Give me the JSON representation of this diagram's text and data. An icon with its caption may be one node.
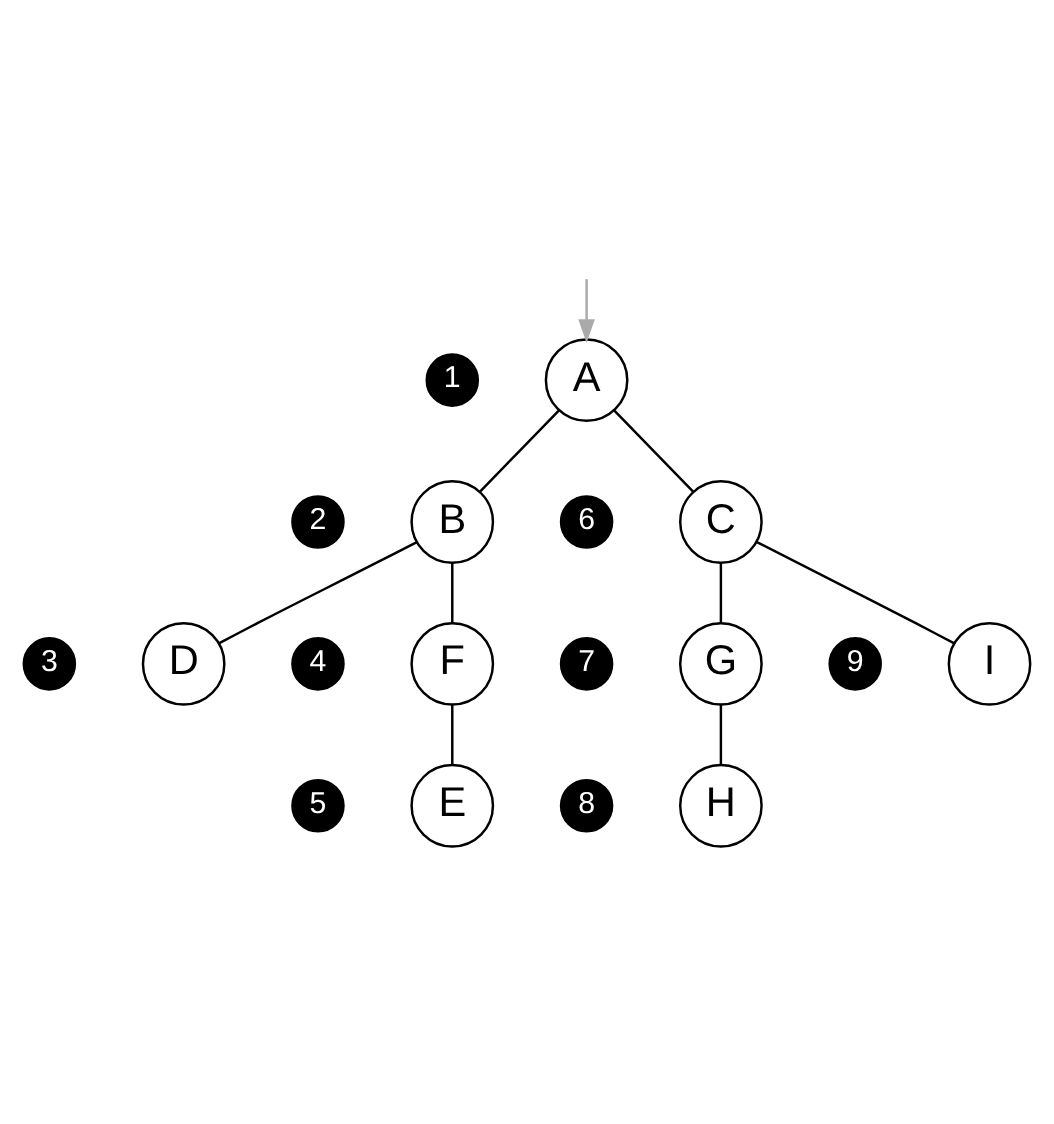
{
  "diagram": {
    "nodes": [
      {
        "text": [
          "A"
        ],
        "beside": [
          "1"
        ]
      },
      {
        "text": [
          "B"
        ],
        "beside": [
          "2"
        ]
      },
      {
        "text": [
          "C"
        ],
        "beside": [
          "6"
        ]
      },
      {
        "text": [
          "D"
        ],
        "beside": [
          "3"
        ]
      },
      {
        "text": [
          "F"
        ],
        "beside": [
          "4"
        ]
      },
      {
        "text": [
          "G"
        ],
        "beside": [
          "7"
        ]
      },
      {
        "text": [
          "I"
        ],
        "beside": [
          "9"
        ]
      },
      {
        "text": [
          "E"
        ],
        "beside": [
          "5"
        ]
      },
      {
        "text": [
          "H"
        ],
        "beside": [
          "8"
        ]
      }
    ],
    "edges": [
      {
        "from": null,
        "to": 0,
        "arrow": "to",
        "color": "#aaaaaa"
      },
      {
        "from": 0,
        "to": 1,
        "arrow": "none"
      },
      {
        "from": 0,
        "to": 2,
        "arrow": "none"
      },
      {
        "from": 1,
        "to": 3,
        "arrow": "none"
      },
      {
        "from": 1,
        "to": 4,
        "arrow": "none"
      },
      {
        "from": 4,
        "to": 7,
        "arrow": "none"
      },
      {
        "from": 2,
        "to": 5,
        "arrow": "none"
      },
      {
        "from": 2,
        "to": 6,
        "arrow": "none"
      },
      {
        "from": 5,
        "to": 8,
        "arrow": "none"
      }
    ]
  }
}
